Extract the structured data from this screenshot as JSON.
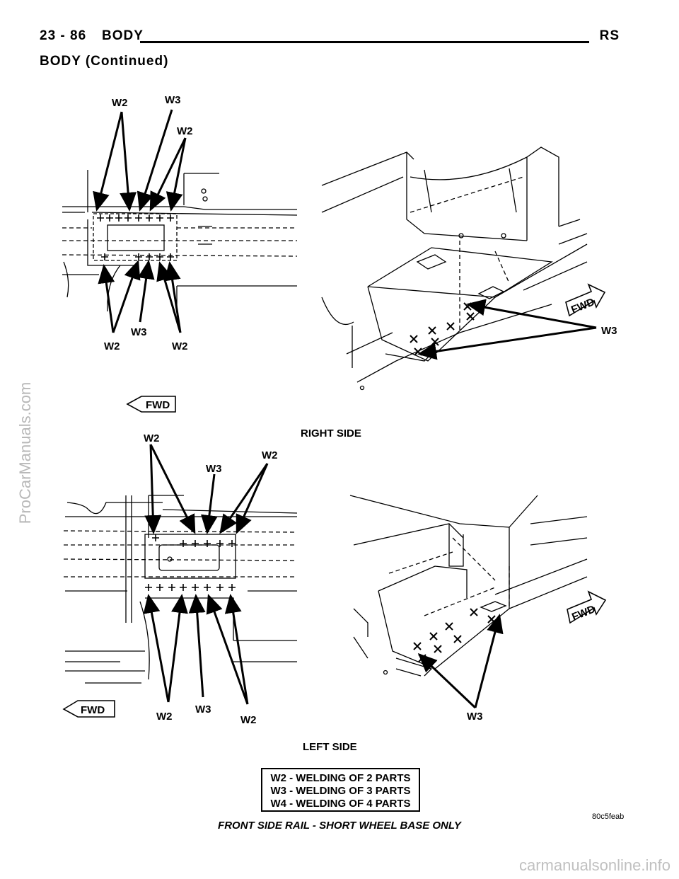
{
  "header": {
    "page_number": "23 - 86",
    "section": "BODY",
    "model_code": "RS",
    "continued": "BODY (Continued)"
  },
  "sidebar_watermark": "ProCarManuals.com",
  "footer_watermark": "carmanualsonline.info",
  "figure": {
    "callout_w2": "W2",
    "callout_w3": "W3",
    "fwd": "FWD",
    "right_side_label": "RIGHT SIDE",
    "left_side_label": "LEFT SIDE",
    "legend": [
      "W2 - WELDING OF 2 PARTS",
      "W3 - WELDING OF 3 PARTS",
      "W4 - WELDING OF 4 PARTS"
    ],
    "figure_code": "80c5feab",
    "caption": "FRONT SIDE RAIL - SHORT WHEEL BASE ONLY"
  }
}
